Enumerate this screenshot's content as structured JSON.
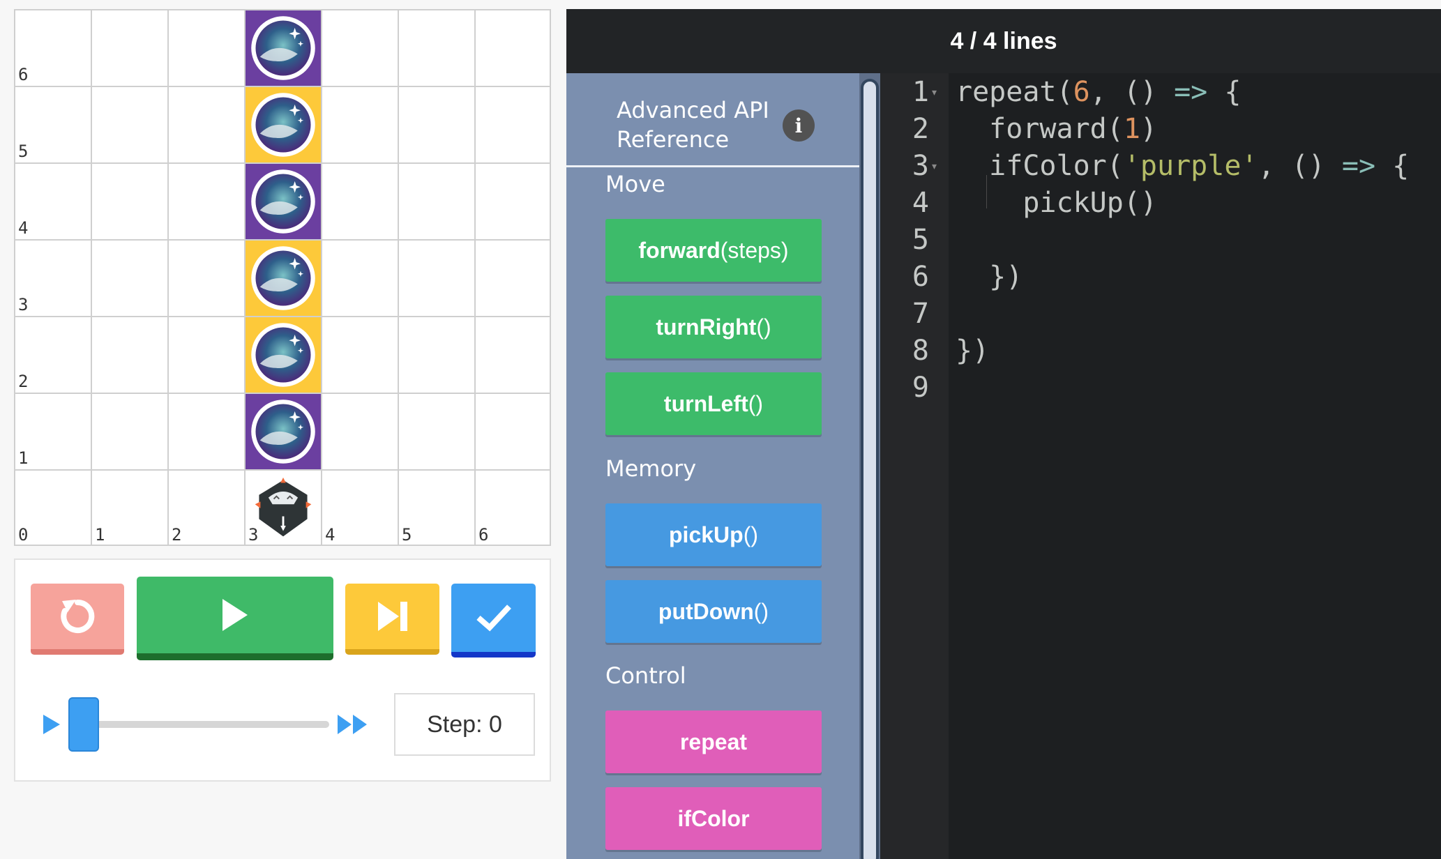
{
  "header": {
    "title": "4 / 4 lines"
  },
  "grid": {
    "row_labels": [
      "6",
      "5",
      "4",
      "3",
      "2",
      "1",
      "0"
    ],
    "col_labels": [
      "1",
      "2",
      "3",
      "4",
      "5",
      "6"
    ]
  },
  "controls": {
    "step_label": "Step: 0",
    "reset_icon": "reset-icon",
    "play_icon": "play-icon",
    "step_icon": "step-forward-icon",
    "check_icon": "check-icon",
    "colors": {
      "reset": "#f6a39b",
      "play": "#3fba68",
      "step": "#fdc93a",
      "check": "#3d9ff2"
    }
  },
  "api": {
    "title": "Advanced API Reference",
    "info": "i",
    "categories": {
      "move": "Move",
      "memory": "Memory",
      "control": "Control"
    },
    "buttons": {
      "forward": {
        "name": "forward",
        "args": "(steps)"
      },
      "turnRight": {
        "name": "turnRight",
        "args": "()"
      },
      "turnLeft": {
        "name": "turnLeft",
        "args": "()"
      },
      "pickUp": {
        "name": "pickUp",
        "args": "()"
      },
      "putDown": {
        "name": "putDown",
        "args": "()"
      },
      "repeat": {
        "name": "repeat",
        "args": ""
      },
      "ifColor": {
        "name": "ifColor",
        "args": ""
      }
    }
  },
  "editor": {
    "line_numbers": [
      "1",
      "2",
      "3",
      "4",
      "5",
      "6",
      "7",
      "8",
      "9"
    ],
    "line1": {
      "a": "repeat(",
      "num": "6",
      "b": ", () ",
      "op": "=>",
      "c": " {"
    },
    "line2": {
      "a": "  forward(",
      "num": "1",
      "b": ")"
    },
    "line3": {
      "a": "  ifColor(",
      "str": "'purple'",
      "b": ", () ",
      "op": "=>",
      "c": " {"
    },
    "line4": {
      "a": "    pickUp()"
    },
    "line6": {
      "a": "  })"
    },
    "line8": {
      "a": "})"
    }
  }
}
